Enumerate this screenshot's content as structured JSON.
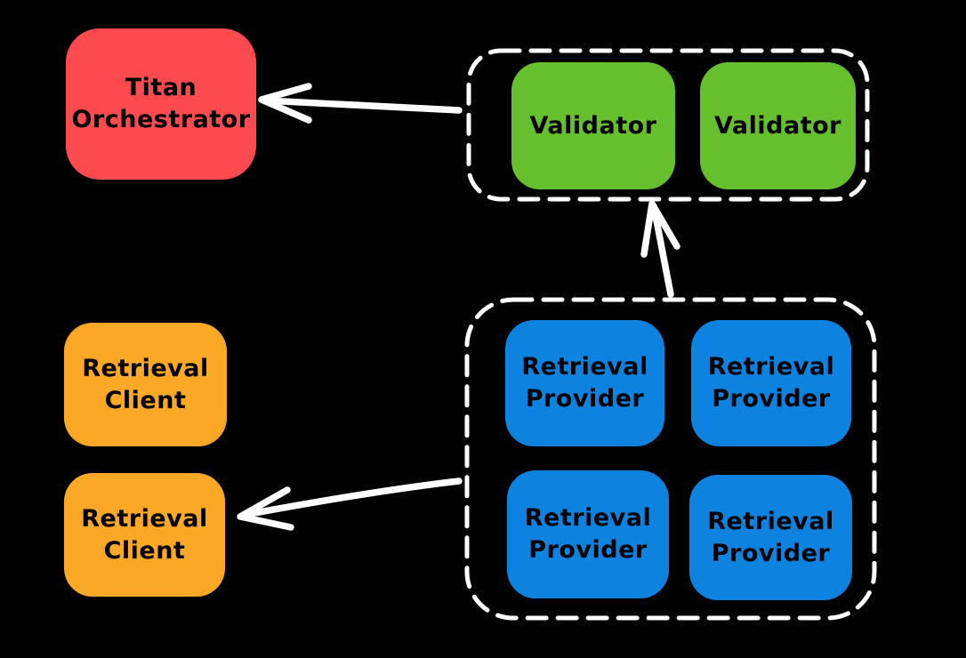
{
  "colors": {
    "background": "#000000",
    "red": "#fc4a4f",
    "green": "#66c02e",
    "blue": "#0d82de",
    "orange": "#fba827",
    "stroke": "#ffffff",
    "text": "#000000"
  },
  "nodes": {
    "titan_orchestrator": {
      "label": "Titan\nOrchestrator",
      "color": "#fc4a4f"
    },
    "validator_1": {
      "label": "Validator",
      "color": "#66c02e"
    },
    "validator_2": {
      "label": "Validator",
      "color": "#66c02e"
    },
    "retrieval_client_1": {
      "label": "Retrieval\nClient",
      "color": "#fba827"
    },
    "retrieval_client_2": {
      "label": "Retrieval\nClient",
      "color": "#fba827"
    },
    "retrieval_provider_1": {
      "label": "Retrieval\nProvider",
      "color": "#0d82de"
    },
    "retrieval_provider_2": {
      "label": "Retrieval\nProvider",
      "color": "#0d82de"
    },
    "retrieval_provider_3": {
      "label": "Retrieval\nProvider",
      "color": "#0d82de"
    },
    "retrieval_provider_4": {
      "label": "Retrieval\nProvider",
      "color": "#0d82de"
    }
  },
  "groups": {
    "validators": {
      "children": [
        "validator_1",
        "validator_2"
      ],
      "outline": "dashed-white"
    },
    "providers": {
      "children": [
        "retrieval_provider_1",
        "retrieval_provider_2",
        "retrieval_provider_3",
        "retrieval_provider_4"
      ],
      "outline": "dashed-white"
    }
  },
  "edges": [
    {
      "from": "validators_group",
      "to": "titan_orchestrator",
      "style": "white-arrow"
    },
    {
      "from": "providers_group",
      "to": "validators_group",
      "style": "white-arrow"
    },
    {
      "from": "providers_group",
      "to": "retrieval_client_2",
      "style": "white-arrow"
    }
  ]
}
